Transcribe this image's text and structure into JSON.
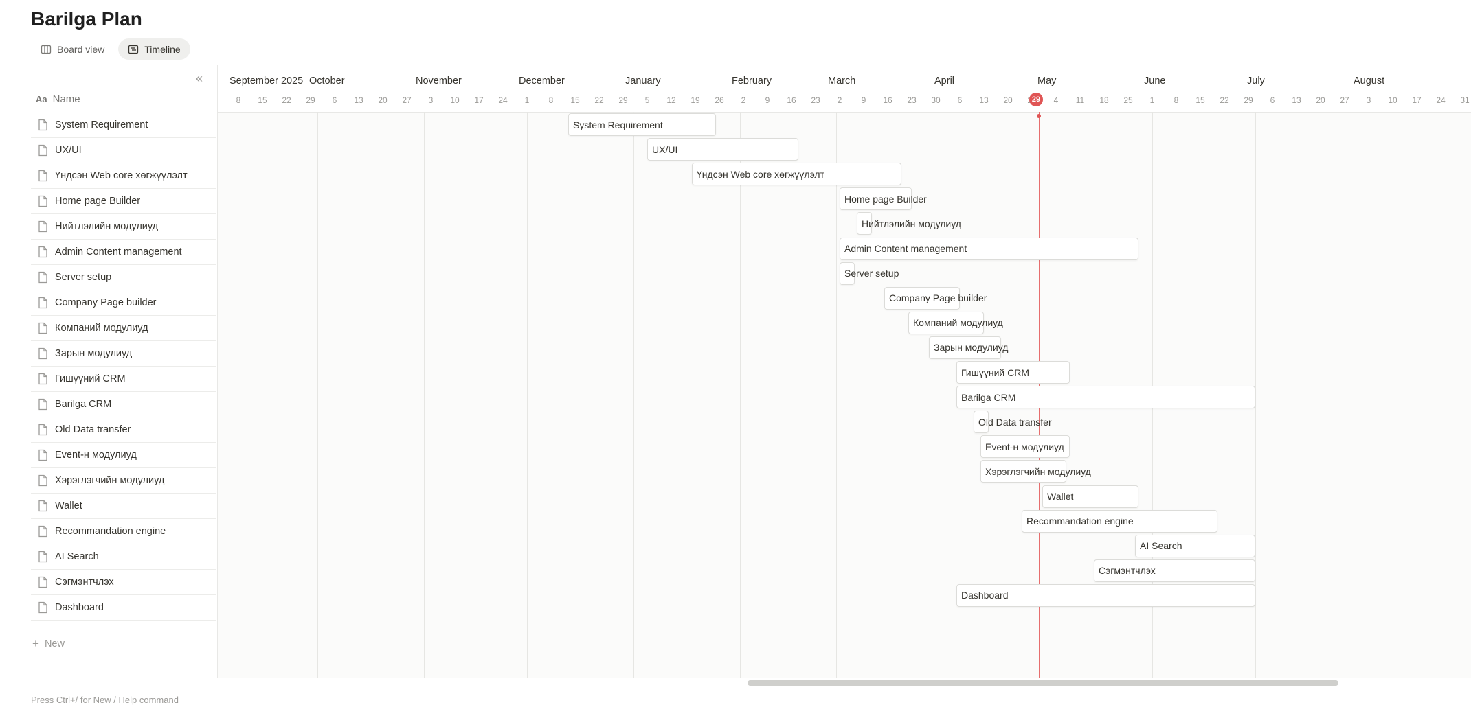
{
  "page": {
    "title": "Barilga Plan"
  },
  "views": [
    {
      "label": "Board view",
      "icon": "board-icon",
      "active": false
    },
    {
      "label": "Timeline",
      "icon": "timeline-icon",
      "active": true
    }
  ],
  "collapse_icon": "«",
  "name_header": {
    "icon": "Aa",
    "label": "Name"
  },
  "rows": [
    "System Requirement",
    "UX/UI",
    "Үндсэн Web core хөгжүүлэлт",
    "Home page Builder",
    "Нийтлэлийн модулиуд",
    "Admin Content management",
    "Server setup",
    "Company Page builder",
    "Компаний модулиуд",
    "Зарын модулиуд",
    "Гишүүний CRM",
    "Barilga CRM",
    "Old Data transfer",
    "Event-н модулиуд",
    "Хэрэглэгчийн модулиуд",
    "Wallet",
    "Recommandation engine",
    "AI Search",
    "Сэгмэнтчлэх",
    "Dashboard"
  ],
  "new_label": "New",
  "timeline": {
    "months": [
      {
        "label": "September 2025",
        "start": "2025-09-08"
      },
      {
        "label": "October",
        "start": "2025-10-01"
      },
      {
        "label": "November",
        "start": "2025-11-01"
      },
      {
        "label": "December",
        "start": "2025-12-01"
      },
      {
        "label": "January",
        "start": "2026-01-01"
      },
      {
        "label": "February",
        "start": "2026-02-01"
      },
      {
        "label": "March",
        "start": "2026-03-01"
      },
      {
        "label": "April",
        "start": "2026-04-01"
      },
      {
        "label": "May",
        "start": "2026-05-01"
      },
      {
        "label": "June",
        "start": "2026-06-01"
      },
      {
        "label": "July",
        "start": "2026-07-01"
      },
      {
        "label": "August",
        "start": "2026-08-01"
      }
    ],
    "day_ticks": [
      "8",
      "15",
      "22",
      "29",
      "6",
      "13",
      "20",
      "27",
      "3",
      "10",
      "17",
      "24",
      "1",
      "8",
      "15",
      "22",
      "29",
      "5",
      "12",
      "19",
      "26",
      "2",
      "9",
      "16",
      "23",
      "2",
      "9",
      "16",
      "23",
      "30",
      "6",
      "13",
      "20",
      "27",
      "4",
      "11",
      "18",
      "25",
      "1",
      "8",
      "15",
      "22",
      "29",
      "6",
      "13",
      "20",
      "27",
      "3",
      "10",
      "17",
      "24",
      "31"
    ],
    "today": {
      "label": "29",
      "date": "2026-04-29"
    },
    "tasks": [
      {
        "name": "System Requirement",
        "start": "2025-12-13",
        "end": "2026-01-24"
      },
      {
        "name": "UX/UI",
        "start": "2026-01-05",
        "end": "2026-02-17"
      },
      {
        "name": "Үндсэн Web core хөгжүүлэлт",
        "start": "2026-01-18",
        "end": "2026-03-19"
      },
      {
        "name": "Home page Builder",
        "start": "2026-03-02",
        "end": "2026-03-22"
      },
      {
        "name": "Нийтлэлийн модулиуд",
        "start": "2026-03-07",
        "end": "2026-03-07"
      },
      {
        "name": "Admin Content management",
        "start": "2026-03-02",
        "end": "2026-05-27"
      },
      {
        "name": "Server setup",
        "start": "2026-03-02",
        "end": "2026-03-05"
      },
      {
        "name": "Company Page builder",
        "start": "2026-03-15",
        "end": "2026-04-05"
      },
      {
        "name": "Компаний модулиуд",
        "start": "2026-03-22",
        "end": "2026-04-12"
      },
      {
        "name": "Зарын модулиуд",
        "start": "2026-03-28",
        "end": "2026-04-17"
      },
      {
        "name": "Гишүүний CRM",
        "start": "2026-04-05",
        "end": "2026-05-07"
      },
      {
        "name": "Barilga CRM",
        "start": "2026-04-05",
        "end": "2026-06-30"
      },
      {
        "name": "Old Data transfer",
        "start": "2026-04-10",
        "end": "2026-04-10"
      },
      {
        "name": "Event-н модулиуд",
        "start": "2026-04-12",
        "end": "2026-05-07"
      },
      {
        "name": "Хэрэглэгчийн модулиуд",
        "start": "2026-04-12",
        "end": "2026-05-06"
      },
      {
        "name": "Wallet",
        "start": "2026-04-30",
        "end": "2026-05-27"
      },
      {
        "name": "Recommandation engine",
        "start": "2026-04-24",
        "end": "2026-06-19"
      },
      {
        "name": "AI Search",
        "start": "2026-05-27",
        "end": "2026-06-30"
      },
      {
        "name": "Сэгмэнтчлэх",
        "start": "2026-05-15",
        "end": "2026-06-30"
      },
      {
        "name": "Dashboard",
        "start": "2026-04-05",
        "end": "2026-06-30"
      }
    ]
  },
  "colors": {
    "today": "#e05555",
    "bar_border": "#dcdcd9",
    "grid": "#e6e6e3"
  },
  "hint": "Press Ctrl+/ for New / Help command"
}
